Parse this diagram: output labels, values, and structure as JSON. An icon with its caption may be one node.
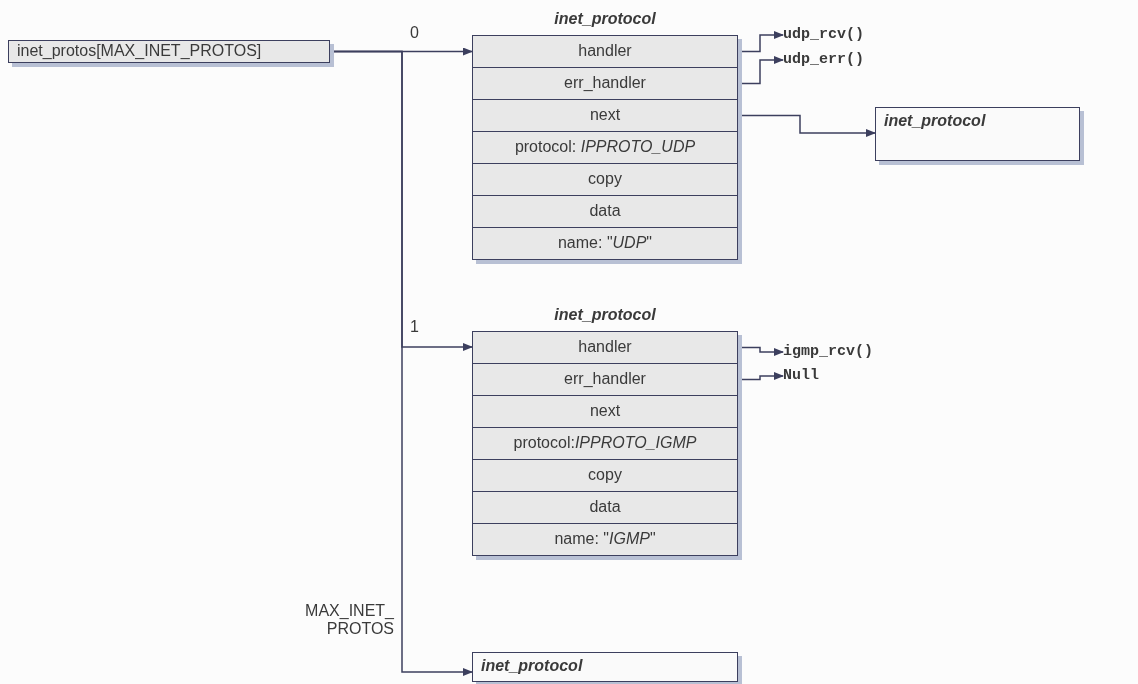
{
  "diagram": {
    "nodes": [
      {
        "text": [
          "inet_protos[MAX_INET_PROTOS]"
        ]
      },
      {
        "text": [
          "inet_protocol"
        ]
      },
      {
        "text": [
          "handler"
        ],
        "in": 1
      },
      {
        "text": [
          "err_handler"
        ],
        "in": 1
      },
      {
        "text": [
          "next"
        ],
        "in": 1
      },
      {
        "text": [
          "protocol: *IPPROTO_UDP*"
        ],
        "in": 1
      },
      {
        "text": [
          "copy"
        ],
        "in": 1
      },
      {
        "text": [
          "data"
        ],
        "in": 1
      },
      {
        "text": [
          "name: \"*UDP*\""
        ],
        "in": 1
      },
      {
        "text": [
          "udp_rcv()"
        ]
      },
      {
        "text": [
          "udp_err()"
        ]
      },
      {
        "text": [
          "inet_protocol"
        ]
      },
      {
        "text": [
          "inet_protocol"
        ]
      },
      {
        "text": [
          "handler"
        ],
        "in": 12
      },
      {
        "text": [
          "err_handler"
        ],
        "in": 12
      },
      {
        "text": [
          "next"
        ],
        "in": 12
      },
      {
        "text": [
          "protocol:*IPPROTO_IGMP*"
        ],
        "in": 12
      },
      {
        "text": [
          "copy"
        ],
        "in": 12
      },
      {
        "text": [
          "data"
        ],
        "in": 12
      },
      {
        "text": [
          "name: \"*IGMP*\""
        ],
        "in": 12
      },
      {
        "text": [
          "igmp_rcv()"
        ]
      },
      {
        "text": [
          "Null"
        ]
      },
      {
        "text": [
          "inet_protocol"
        ]
      }
    ],
    "edges": [
      {
        "from": 0,
        "to": 1,
        "arrow": "to",
        "label": "0"
      },
      {
        "from": 0,
        "to": 12,
        "arrow": "to",
        "label": "1"
      },
      {
        "from": 0,
        "to": 22,
        "arrow": "to",
        "label": "MAX_INET_ PROTOS"
      },
      {
        "from": 2,
        "to": 9,
        "arrow": "to"
      },
      {
        "from": 3,
        "to": 10,
        "arrow": "to"
      },
      {
        "from": 4,
        "to": 11,
        "arrow": "to"
      },
      {
        "from": 13,
        "to": 20,
        "arrow": "to"
      },
      {
        "from": 14,
        "to": 21,
        "arrow": "to"
      }
    ]
  }
}
